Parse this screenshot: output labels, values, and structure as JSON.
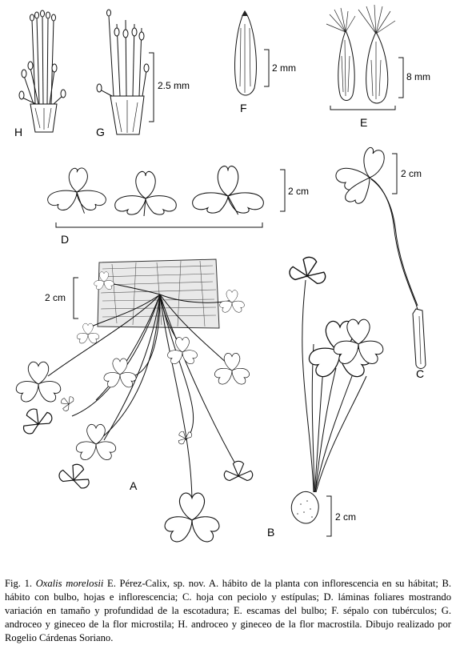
{
  "figure": {
    "panels": {
      "A": "A",
      "B": "B",
      "C": "C",
      "D": "D",
      "E": "E",
      "F": "F",
      "G": "G",
      "H": "H"
    },
    "scale_bars": {
      "G": "2.5 mm",
      "F": "2 mm",
      "E": "8 mm",
      "D": "2 cm",
      "C": "2 cm",
      "A": "2 cm",
      "B": "2 cm"
    }
  },
  "caption": {
    "prefix": "Fig. 1.",
    "species": "Oxalis morelosii",
    "text": "E. Pérez-Calix, sp. nov. A. hábito de la planta con inflorescencia en su hábitat; B. hábito con bulbo, hojas e inflorescencia; C. hoja con peciolo y estípulas; D. láminas foliares mostrando variación en tamaño y profundidad de la escotadura; E. escamas del bulbo; F. sépalo con tubérculos; G. androceo y gineceo de la flor microstila; H. androceo y gineceo de la flor macrostila. Dibujo realizado por Rogelio Cárdenas Soriano."
  }
}
